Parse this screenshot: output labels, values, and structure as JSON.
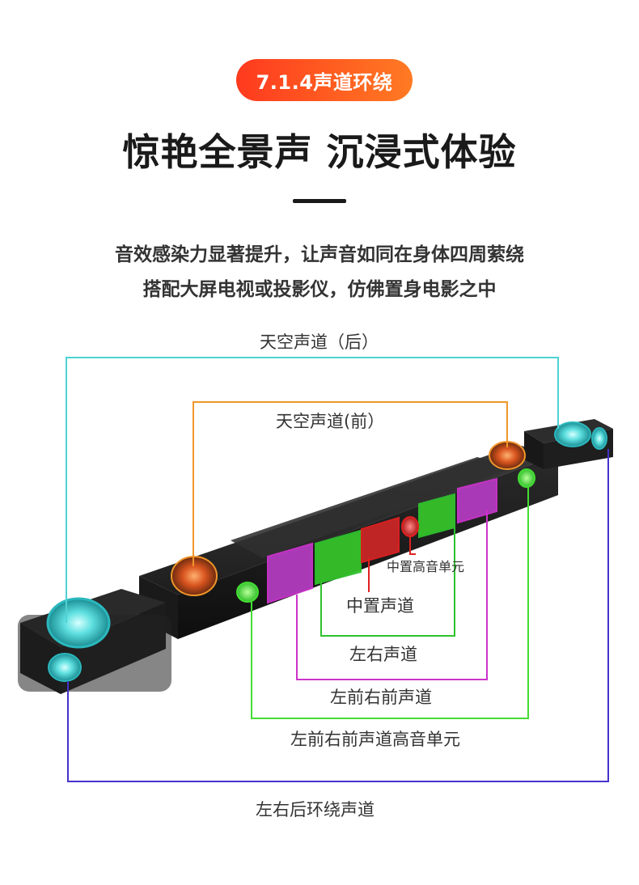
{
  "badge": "7.1.4声道环绕",
  "title": "惊艳全景声 沉浸式体验",
  "subtitle_lines": [
    "音效感染力显著提升，让声音如同在身体四周萦绕",
    "搭配大屏电视或投影仪，仿佛置身电影之中"
  ],
  "labels": {
    "sky_rear": "天空声道（后）",
    "sky_front": "天空声道(前）",
    "center_tweeter": "中置高音单元",
    "center": "中置声道",
    "left_right": "左右声道",
    "front_lr": "左前右前声道",
    "front_lr_tweeter": "左前右前声道高音单元",
    "rear_surround": "左右后环绕声道"
  },
  "colors": {
    "badge_start": "#ff3a1f",
    "badge_end": "#ff7a22",
    "sky_rear": "#4fd2d2",
    "sky_front": "#f0962a",
    "center": "#e02020",
    "left_right": "#2ec22e",
    "front_lr": "#cc33cc",
    "front_tweeter": "#44dd33",
    "rear_surround": "#4433cc"
  }
}
